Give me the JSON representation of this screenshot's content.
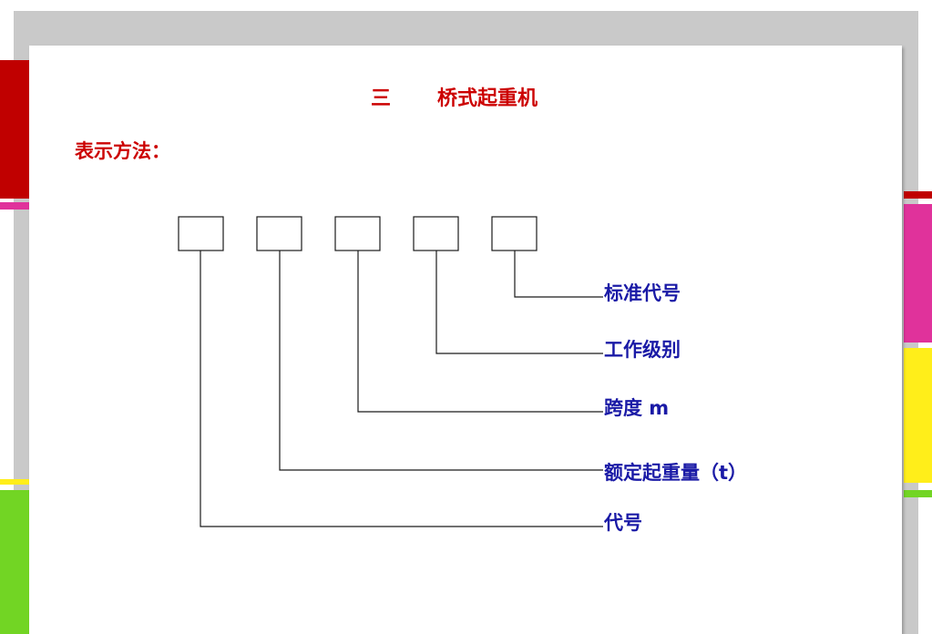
{
  "slide": {
    "title_number": "三",
    "title": "桥式起重机",
    "subtitle": "表示方法："
  },
  "diagram": {
    "boxes": 5,
    "labels": [
      "标准代号",
      "工作级别",
      "跨度 m",
      "额定起重量（t）",
      "代号"
    ]
  },
  "colors": {
    "title_red": "#cc0000",
    "label_blue": "#1a1aa6",
    "frame_gray": "#c9c9c9",
    "deco_dark_red": "#c00000",
    "deco_magenta": "#e0329b",
    "deco_yellow": "#ffee1a",
    "deco_green": "#72d524"
  }
}
